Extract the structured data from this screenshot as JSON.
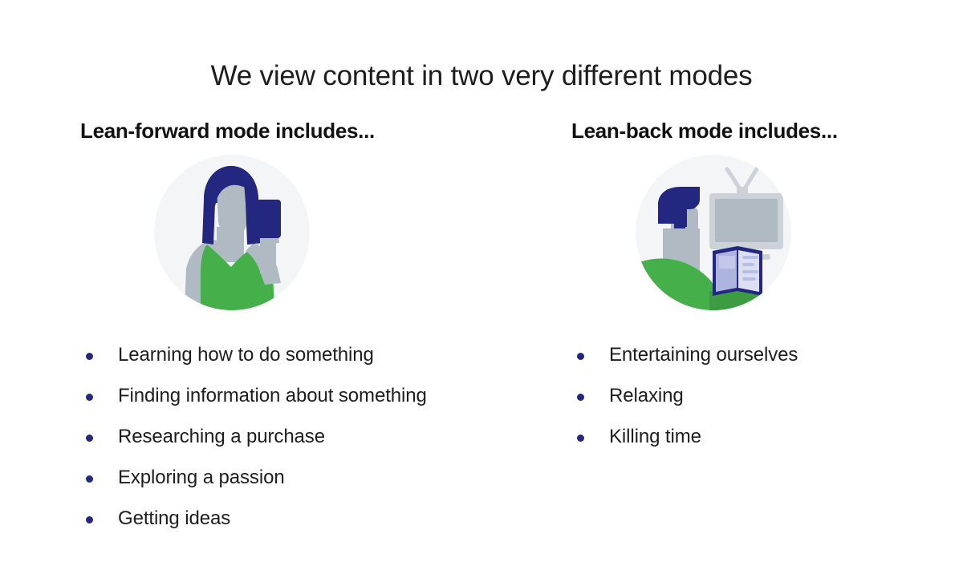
{
  "slide": {
    "title": "We view content in two very different modes",
    "background_color": "#ffffff",
    "text_color": "#1d1d1d"
  },
  "palette": {
    "navy": "#23277f",
    "green": "#45b04a",
    "gray": "#b0bac2",
    "light_gray": "#ccd2d7",
    "circle_bg": "#f4f5f7",
    "periwinkle": "#aeb4e0",
    "page": "#dcdff4",
    "bullet": "#23277f"
  },
  "columns": [
    {
      "heading": "Lean-forward mode includes...",
      "illustration": {
        "name": "woman-holding-phone-illustration",
        "alt": "Woman with navy bob haircut in a green top holding up a phone"
      },
      "bullets": [
        "Learning how to do something",
        "Finding information about something",
        "Researching a purchase",
        "Exploring a passion",
        "Getting ideas"
      ]
    },
    {
      "heading": "Lean-back mode includes...",
      "illustration": {
        "name": "person-watching-tv-with-book-illustration",
        "alt": "Person on a green couch in front of a television with an open book"
      },
      "bullets": [
        "Entertaining ourselves",
        "Relaxing",
        "Killing time"
      ]
    }
  ]
}
